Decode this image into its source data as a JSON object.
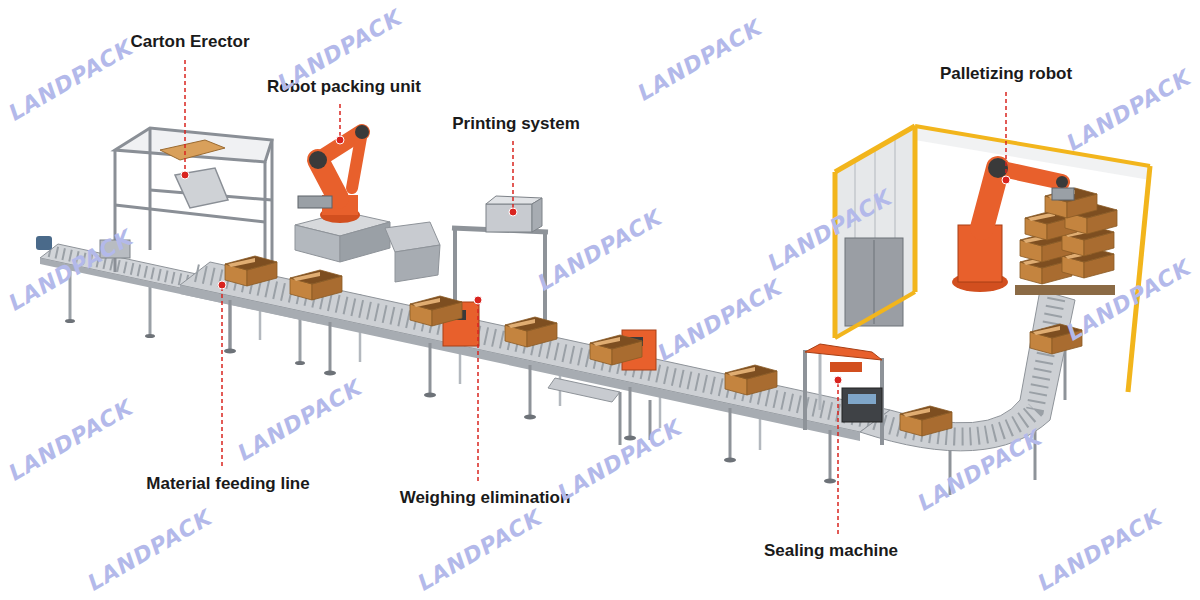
{
  "diagram": {
    "labels": [
      "Carton Erector",
      "Robot packing unit",
      "Printing system",
      "Palletizing robot",
      "Material feeding line",
      "Weighing elimination",
      "Sealing machine",
      "LANDPACK",
      "LANDPACK",
      "LANDPACK",
      "LANDPACK",
      "LANDPACK",
      "LANDPACK",
      "LANDPACK",
      "LANDPACK",
      "LANDPACK",
      "LANDPACK",
      "LANDPACK",
      "LANDPACK",
      "LANDPACK",
      "LANDPACK",
      "LANDPACK",
      "LANDPACK"
    ]
  }
}
